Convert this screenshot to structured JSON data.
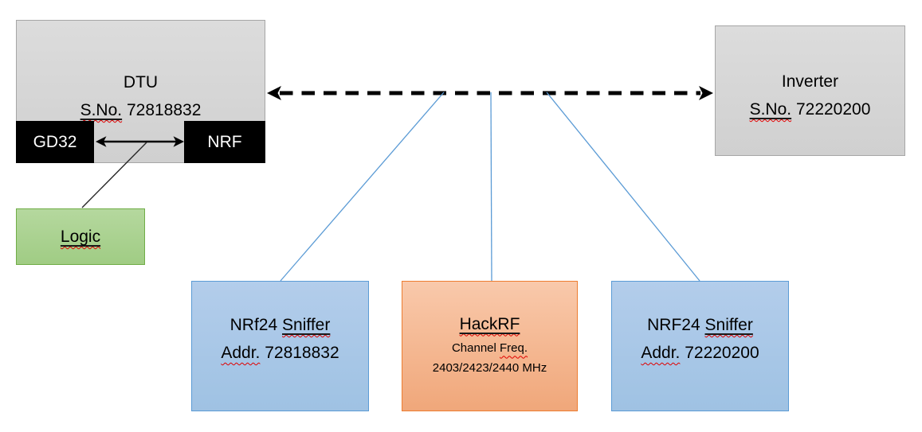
{
  "colors": {
    "gray_fill": "#d6d6d6",
    "gray_border": "#a6a6a6",
    "chip_fill": "#000000",
    "chip_text": "#ffffff",
    "green_fill": "#a9d18e",
    "green_border": "#70ad47",
    "blue_fill": "#a9c7e6",
    "blue_border": "#5b9bd5",
    "orange_fill": "#f4b183",
    "orange_border": "#ed7d31",
    "connector_blue": "#5b9bd5",
    "arrow_black": "#000000",
    "spellcheck_red": "#e00000"
  },
  "dtu": {
    "title": "DTU",
    "serial_label": "S.No.",
    "serial": "72818832",
    "gd32_label": "GD32",
    "nrf_label": "NRF"
  },
  "logic": {
    "label": "Logic"
  },
  "inverter": {
    "title": "Inverter",
    "serial_label": "S.No.",
    "serial": "72220200"
  },
  "sniffer_left": {
    "name_prefix": "NRf24",
    "name_word": "Sniffer",
    "addr_label": "Addr.",
    "addr": "72818832"
  },
  "hackrf": {
    "title": "HackRF",
    "channel_prefix": "Channel",
    "channel_word": "Freq.",
    "frequencies": "2403/2423/2440 MHz"
  },
  "sniffer_right": {
    "name_prefix": "NRF24",
    "name_word": "Sniffer",
    "addr_label": "Addr.",
    "addr": "72220200"
  },
  "edges": [
    {
      "from": "dtu",
      "to": "inverter",
      "style": "dashed-double-arrow"
    },
    {
      "from": "gd32",
      "to": "nrf",
      "style": "solid-double-arrow"
    },
    {
      "from": "gd32-nrf-link",
      "to": "logic",
      "style": "solid-line"
    },
    {
      "from": "dtu-inverter-link",
      "to": "sniffer_left",
      "style": "thin-blue-line"
    },
    {
      "from": "dtu-inverter-link",
      "to": "hackrf",
      "style": "thin-blue-line"
    },
    {
      "from": "dtu-inverter-link",
      "to": "sniffer_right",
      "style": "thin-blue-line"
    }
  ]
}
